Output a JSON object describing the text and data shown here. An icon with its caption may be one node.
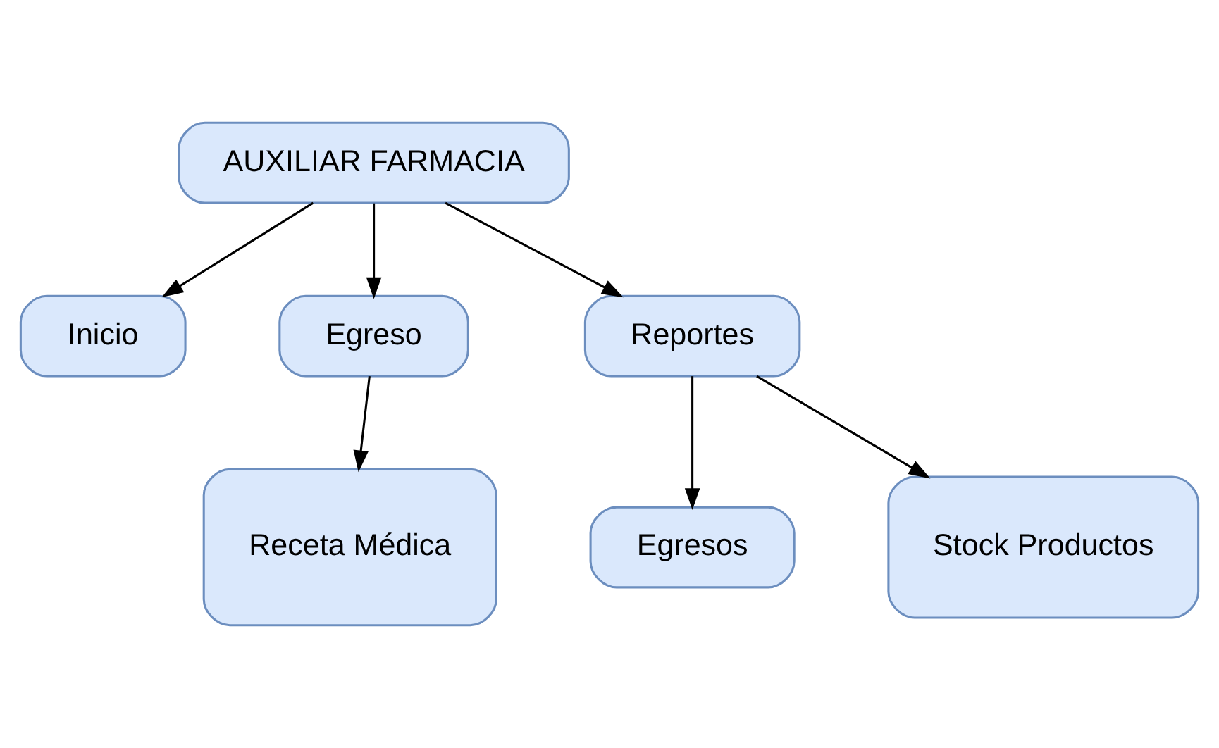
{
  "diagram": {
    "nodes": [
      {
        "text": [
          "AUXILIAR FARMACIA"
        ]
      },
      {
        "text": [
          "Inicio"
        ]
      },
      {
        "text": [
          "Egreso"
        ]
      },
      {
        "text": [
          "Reportes"
        ]
      },
      {
        "text": [
          "Receta Médica"
        ]
      },
      {
        "text": [
          "Egresos"
        ]
      },
      {
        "text": [
          "Stock Productos"
        ]
      }
    ],
    "edges": [
      {
        "from": 0,
        "to": 1,
        "arrow": "to"
      },
      {
        "from": 0,
        "to": 2,
        "arrow": "to"
      },
      {
        "from": 0,
        "to": 3,
        "arrow": "to"
      },
      {
        "from": 2,
        "to": 4,
        "arrow": "to"
      },
      {
        "from": 3,
        "to": 5,
        "arrow": "to"
      },
      {
        "from": 3,
        "to": 6,
        "arrow": "to"
      }
    ]
  }
}
